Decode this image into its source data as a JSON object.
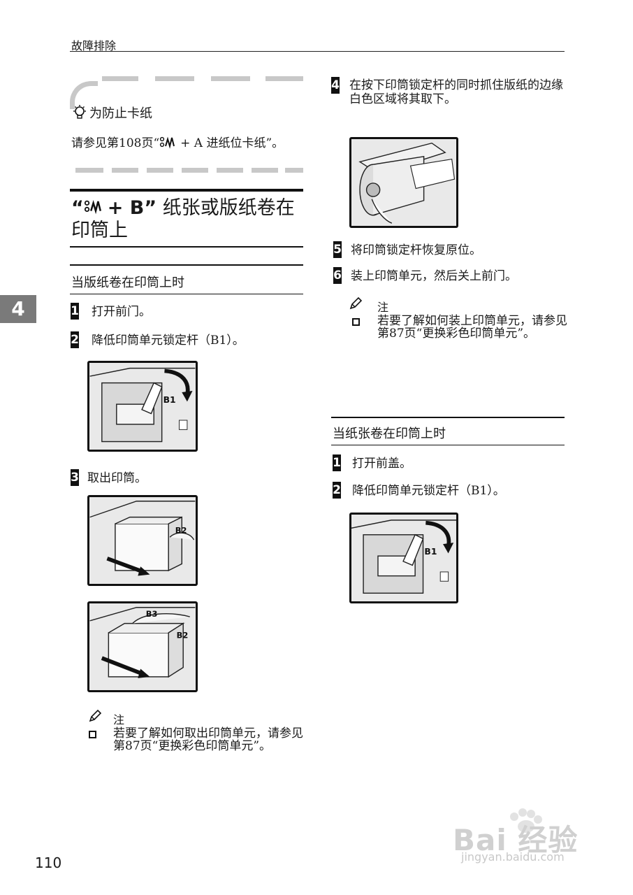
{
  "header": {
    "chapter": "故障排除"
  },
  "side_tab": {
    "label": "4"
  },
  "tip": {
    "title": "为防止卡纸",
    "body_before": "请参见第108页“",
    "body_code": "+ A",
    "body_after": " 进纸位卡纸”。"
  },
  "section": {
    "title_open": "“",
    "title_code": "+ B”",
    "title_rest": " 纸张或版纸卷在印筒上"
  },
  "left": {
    "subsection": "当版纸卷在印筒上时",
    "steps": [
      {
        "num": "1",
        "text": "打开前门。"
      },
      {
        "num": "2",
        "text": "降低印筒单元锁定杆（B1）。"
      },
      {
        "num": "3",
        "text": "取出印筒。"
      }
    ],
    "fig1_label": "B1",
    "fig2_label": "B2",
    "fig3_label_a": "B3",
    "fig3_label_b": "B2",
    "note_label": "注",
    "note_text": "若要了解如何取出印筒单元，请参见第87页“更换彩色印筒单元”。"
  },
  "right": {
    "steps": [
      {
        "num": "4",
        "text": "在按下印筒锁定杆的同时抓住版纸的边缘白色区域将其取下。"
      },
      {
        "num": "5",
        "text": "将印筒锁定杆恢复原位。"
      },
      {
        "num": "6",
        "text": "装上印筒单元，然后关上前门。"
      }
    ],
    "note_label": "注",
    "note_text": "若要了解如何装上印筒单元，请参见第87页“更换彩色印筒单元”。",
    "subsection": "当纸张卷在印筒上时",
    "steps2": [
      {
        "num": "1",
        "text": "打开前盖。"
      },
      {
        "num": "2",
        "text": "降低印筒单元锁定杆（B1）。"
      }
    ],
    "fig_label": "B1"
  },
  "footer": {
    "page_number": "110"
  },
  "watermark": {
    "brand": "Bai 经验",
    "url": "jingyan.baidu.com"
  }
}
